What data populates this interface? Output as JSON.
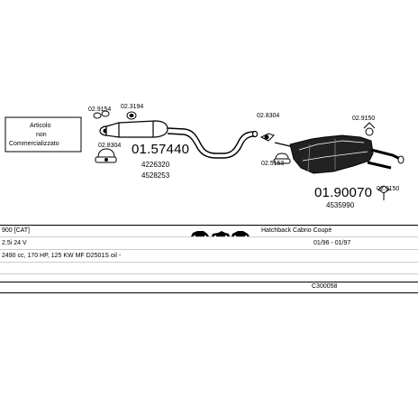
{
  "note_box": {
    "line1": "Articolo",
    "line2": "non",
    "line3": "Commercializzato"
  },
  "parts": {
    "top_left_codes": [
      "02.9154",
      "02.3194"
    ],
    "left_bottom_code": "02.8304",
    "middle_part_number": "01.57440",
    "middle_refs": [
      "4226320",
      "4528253"
    ],
    "right_codes_top": [
      "02.8304",
      "02.9150"
    ],
    "right_code_mid": "02.5153",
    "right_part_number": "01.90070",
    "right_ref": "4535990",
    "right_code_bottom": "02.9150"
  },
  "table": {
    "row1": {
      "model": "900  [CAT]",
      "body": "Hatchback Cabrio Coupè"
    },
    "row2": {
      "engine": "2.5i 24 V",
      "dates": "01/96 - 01/97"
    },
    "row3": {
      "spec": "2490 cc, 170 HP, 125 KW MF D2501S oil -"
    },
    "row4": {
      "code": "C300058"
    }
  },
  "icons": [
    "hatchback-car-icon",
    "cabrio-car-icon",
    "coupe-car-icon"
  ]
}
